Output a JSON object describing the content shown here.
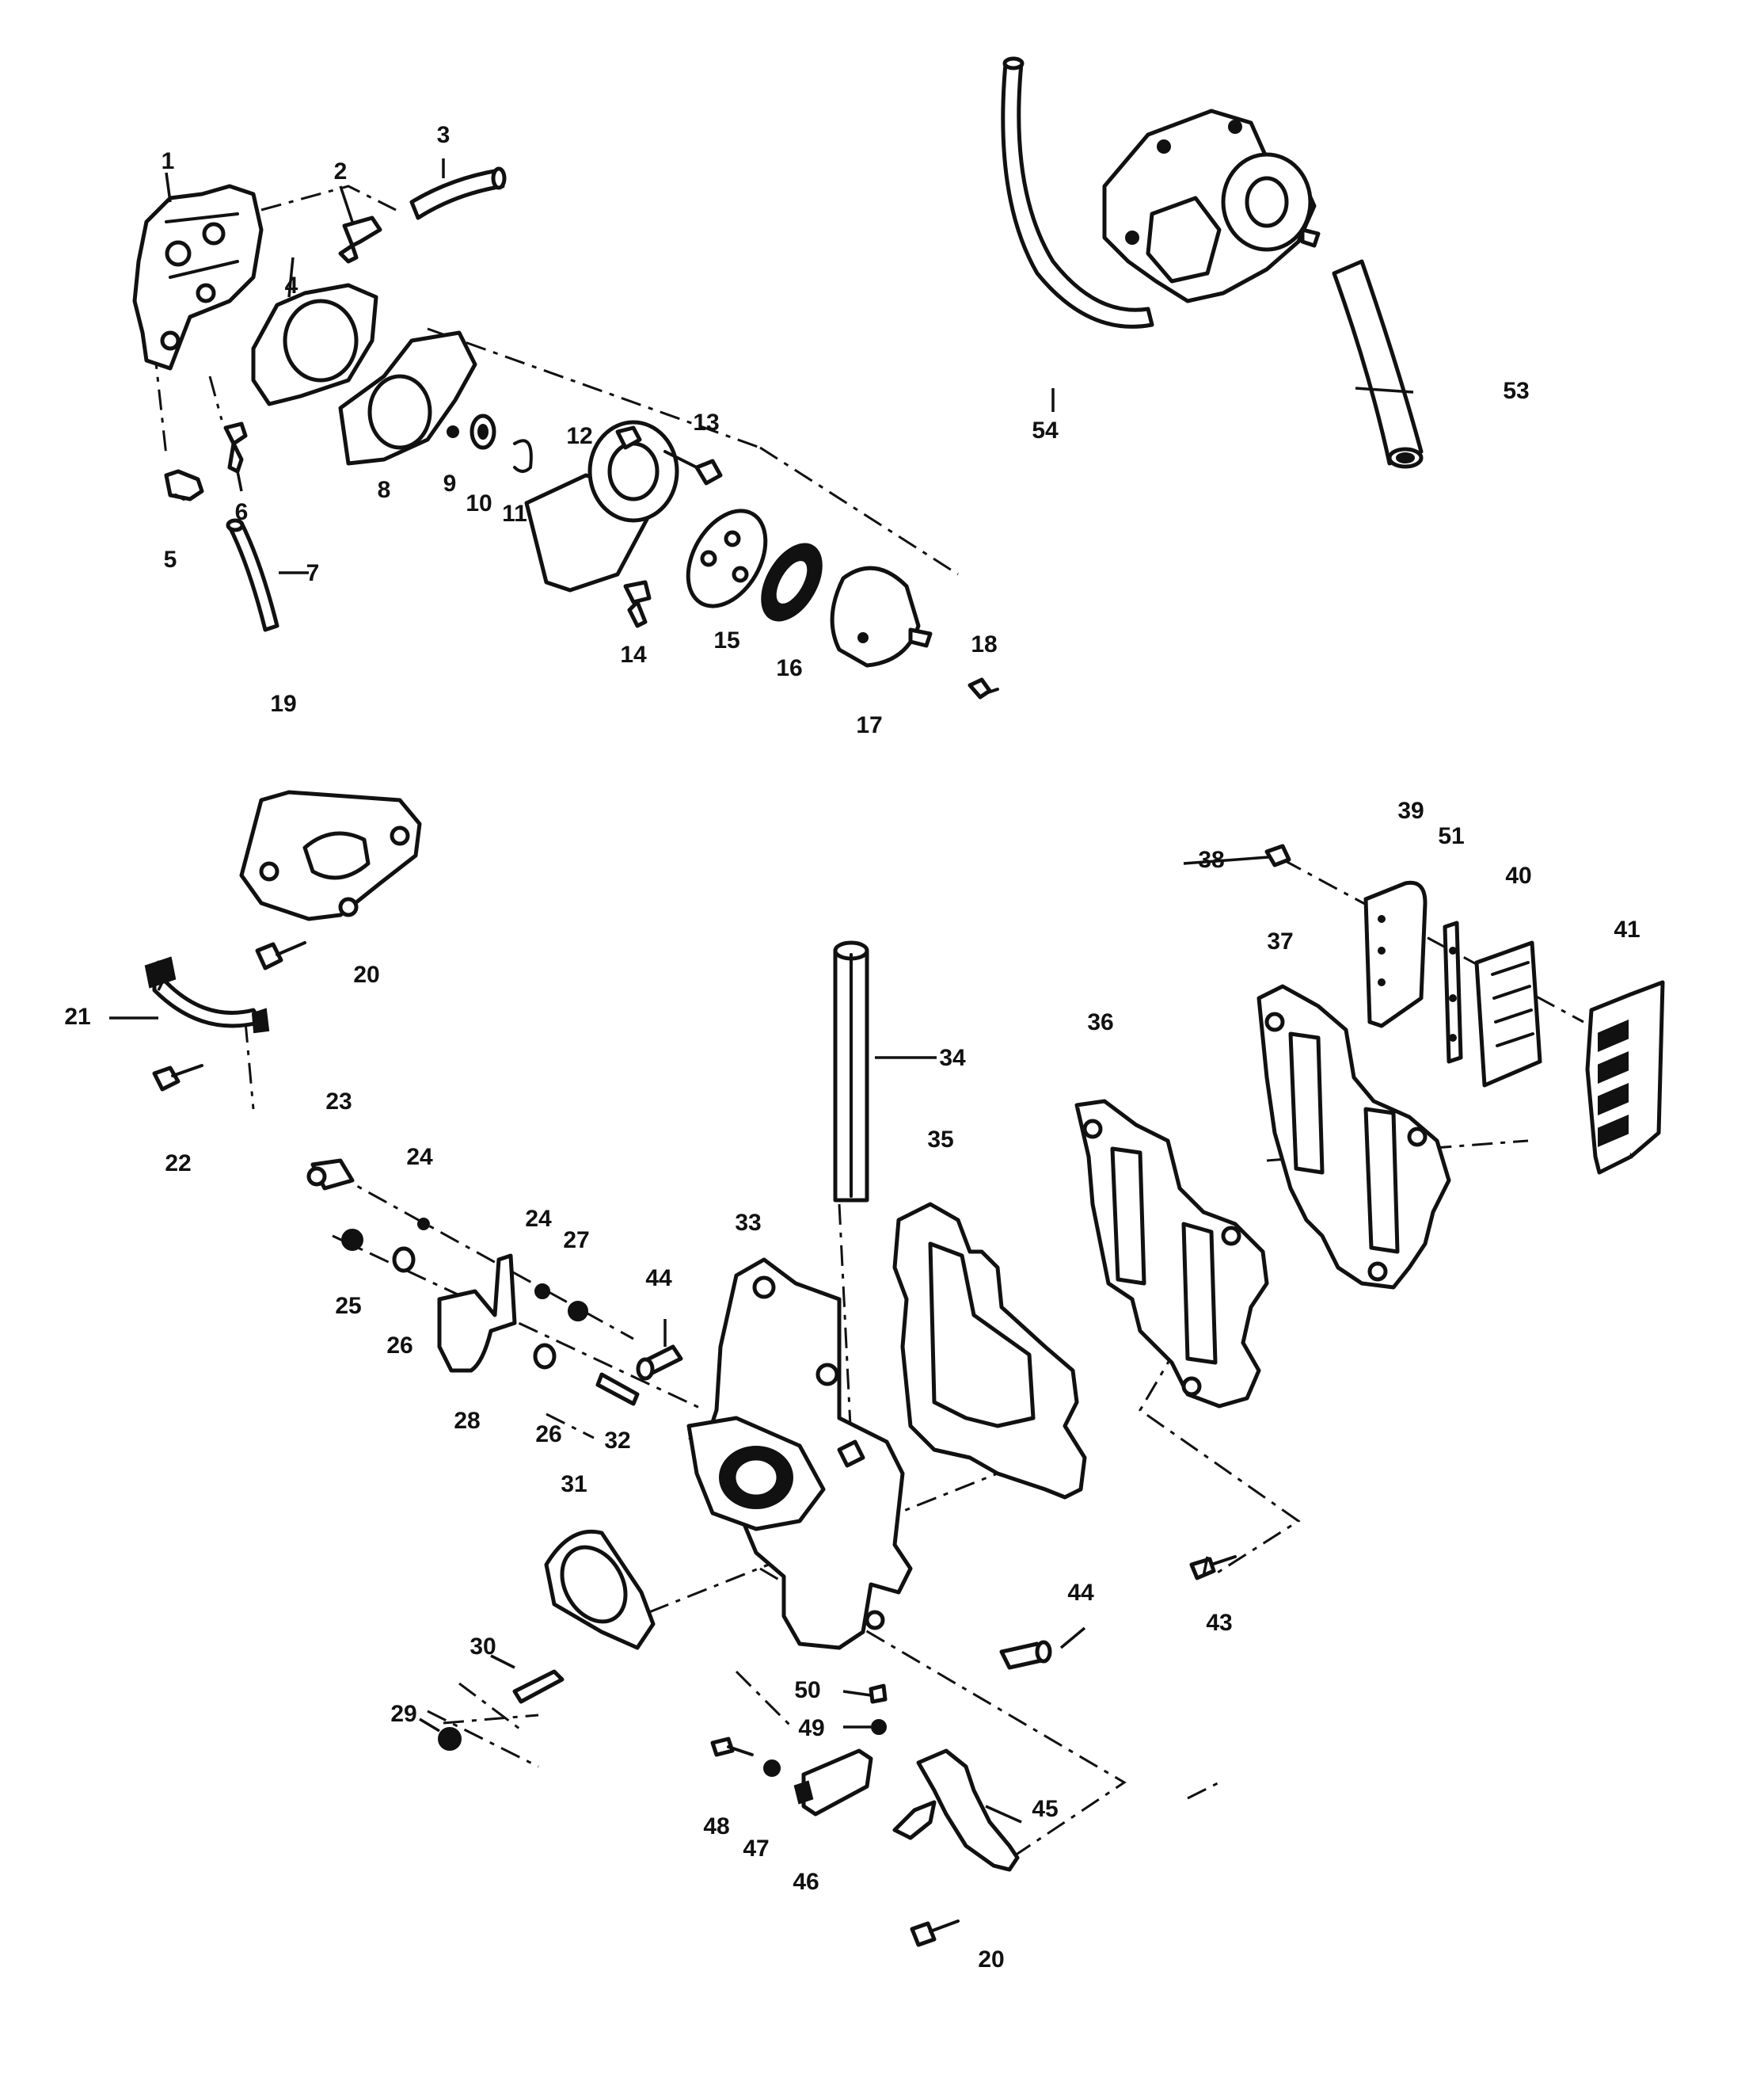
{
  "labels": {
    "p1": "1",
    "p2": "2",
    "p3": "3",
    "p4": "4",
    "p5": "5",
    "p6": "6",
    "p7": "7",
    "p8": "8",
    "p9": "9",
    "p10": "10",
    "p11": "11",
    "p12": "12",
    "p13": "13",
    "p14": "14",
    "p15": "15",
    "p16": "16",
    "p17": "17",
    "p18": "18",
    "p19": "19",
    "p20a": "20",
    "p20b": "20",
    "p21": "21",
    "p22": "22",
    "p23": "23",
    "p24a": "24",
    "p24b": "24",
    "p25": "25",
    "p26a": "26",
    "p26b": "26",
    "p27": "27",
    "p28": "28",
    "p29": "29",
    "p30": "30",
    "p31": "31",
    "p32": "32",
    "p33": "33",
    "p34": "34",
    "p35": "35",
    "p36": "36",
    "p37": "37",
    "p38": "38",
    "p39": "39",
    "p40": "40",
    "p41": "41",
    "p43": "43",
    "p44a": "44",
    "p44b": "44",
    "p45": "45",
    "p46": "46",
    "p47": "47",
    "p48": "48",
    "p49": "49",
    "p50": "50",
    "p51": "51",
    "p53": "53",
    "p54": "54"
  }
}
